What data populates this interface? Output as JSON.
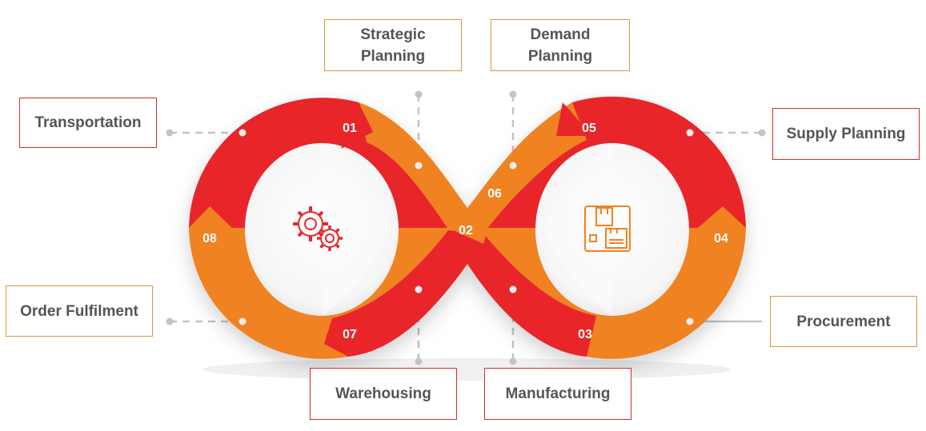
{
  "colors": {
    "red": "#e8262c",
    "orange": "#f08222",
    "outline_red": "#c8302c",
    "outline_orange": "#d9953a",
    "text": "#555555",
    "connector": "#c4c4c4"
  },
  "steps": [
    {
      "number": "01",
      "label": "Transportation"
    },
    {
      "number": "02",
      "label": "Strategic Planning",
      "lines": [
        "Strategic",
        "Planning"
      ]
    },
    {
      "number": "03",
      "label": "Manufacturing"
    },
    {
      "number": "04",
      "label": "Procurement"
    },
    {
      "number": "05",
      "label": "Supply Planning"
    },
    {
      "number": "06",
      "label": "Demand Planning",
      "lines": [
        "Demand",
        "Planning"
      ]
    },
    {
      "number": "07",
      "label": "Warehousing"
    },
    {
      "number": "08",
      "label": "Order Fulfilment"
    }
  ],
  "icons": {
    "left": "gears-icon",
    "right": "warehouse-boxes-icon"
  }
}
